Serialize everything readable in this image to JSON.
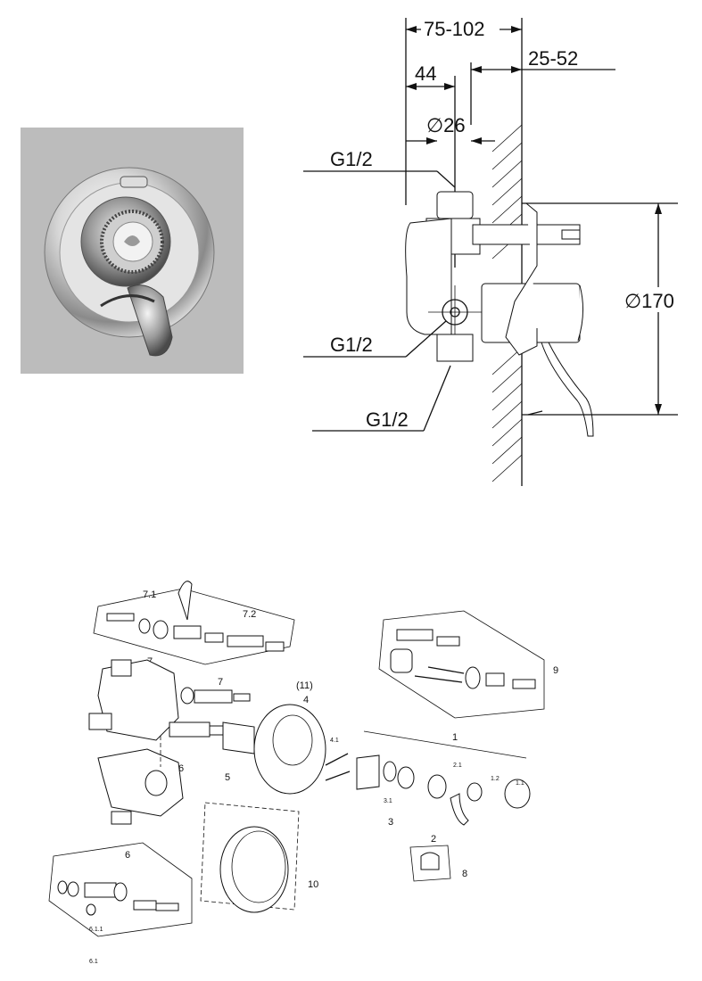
{
  "photo": {
    "background": "#bcbcbc"
  },
  "dimensions": {
    "overall_depth": "75-102",
    "depth_a": "44",
    "wall_offset": "25-52",
    "diameter_pipe": "∅26",
    "diameter_plate": "∅170",
    "thread_top": "G1/2",
    "thread_mid": "G1/2",
    "thread_bottom": "G1/2"
  },
  "exploded_labels": {
    "p7_1": "7.1",
    "p7_2": "7.2",
    "p7a": "7",
    "p7b": "7",
    "p9": "9",
    "p11": "(11)",
    "p4": "4",
    "p4_1": "4.1",
    "p1": "1",
    "p2_1": "2.1",
    "p1_2": "1.2",
    "p1_1": "1.1",
    "p5": "5",
    "p6a": "6",
    "p3_1": "3.1",
    "p3": "3",
    "p2": "2",
    "p8": "8",
    "p6b": "6",
    "p10": "10",
    "p6_1_1": "6.1.1",
    "p6_1": "6.1"
  }
}
